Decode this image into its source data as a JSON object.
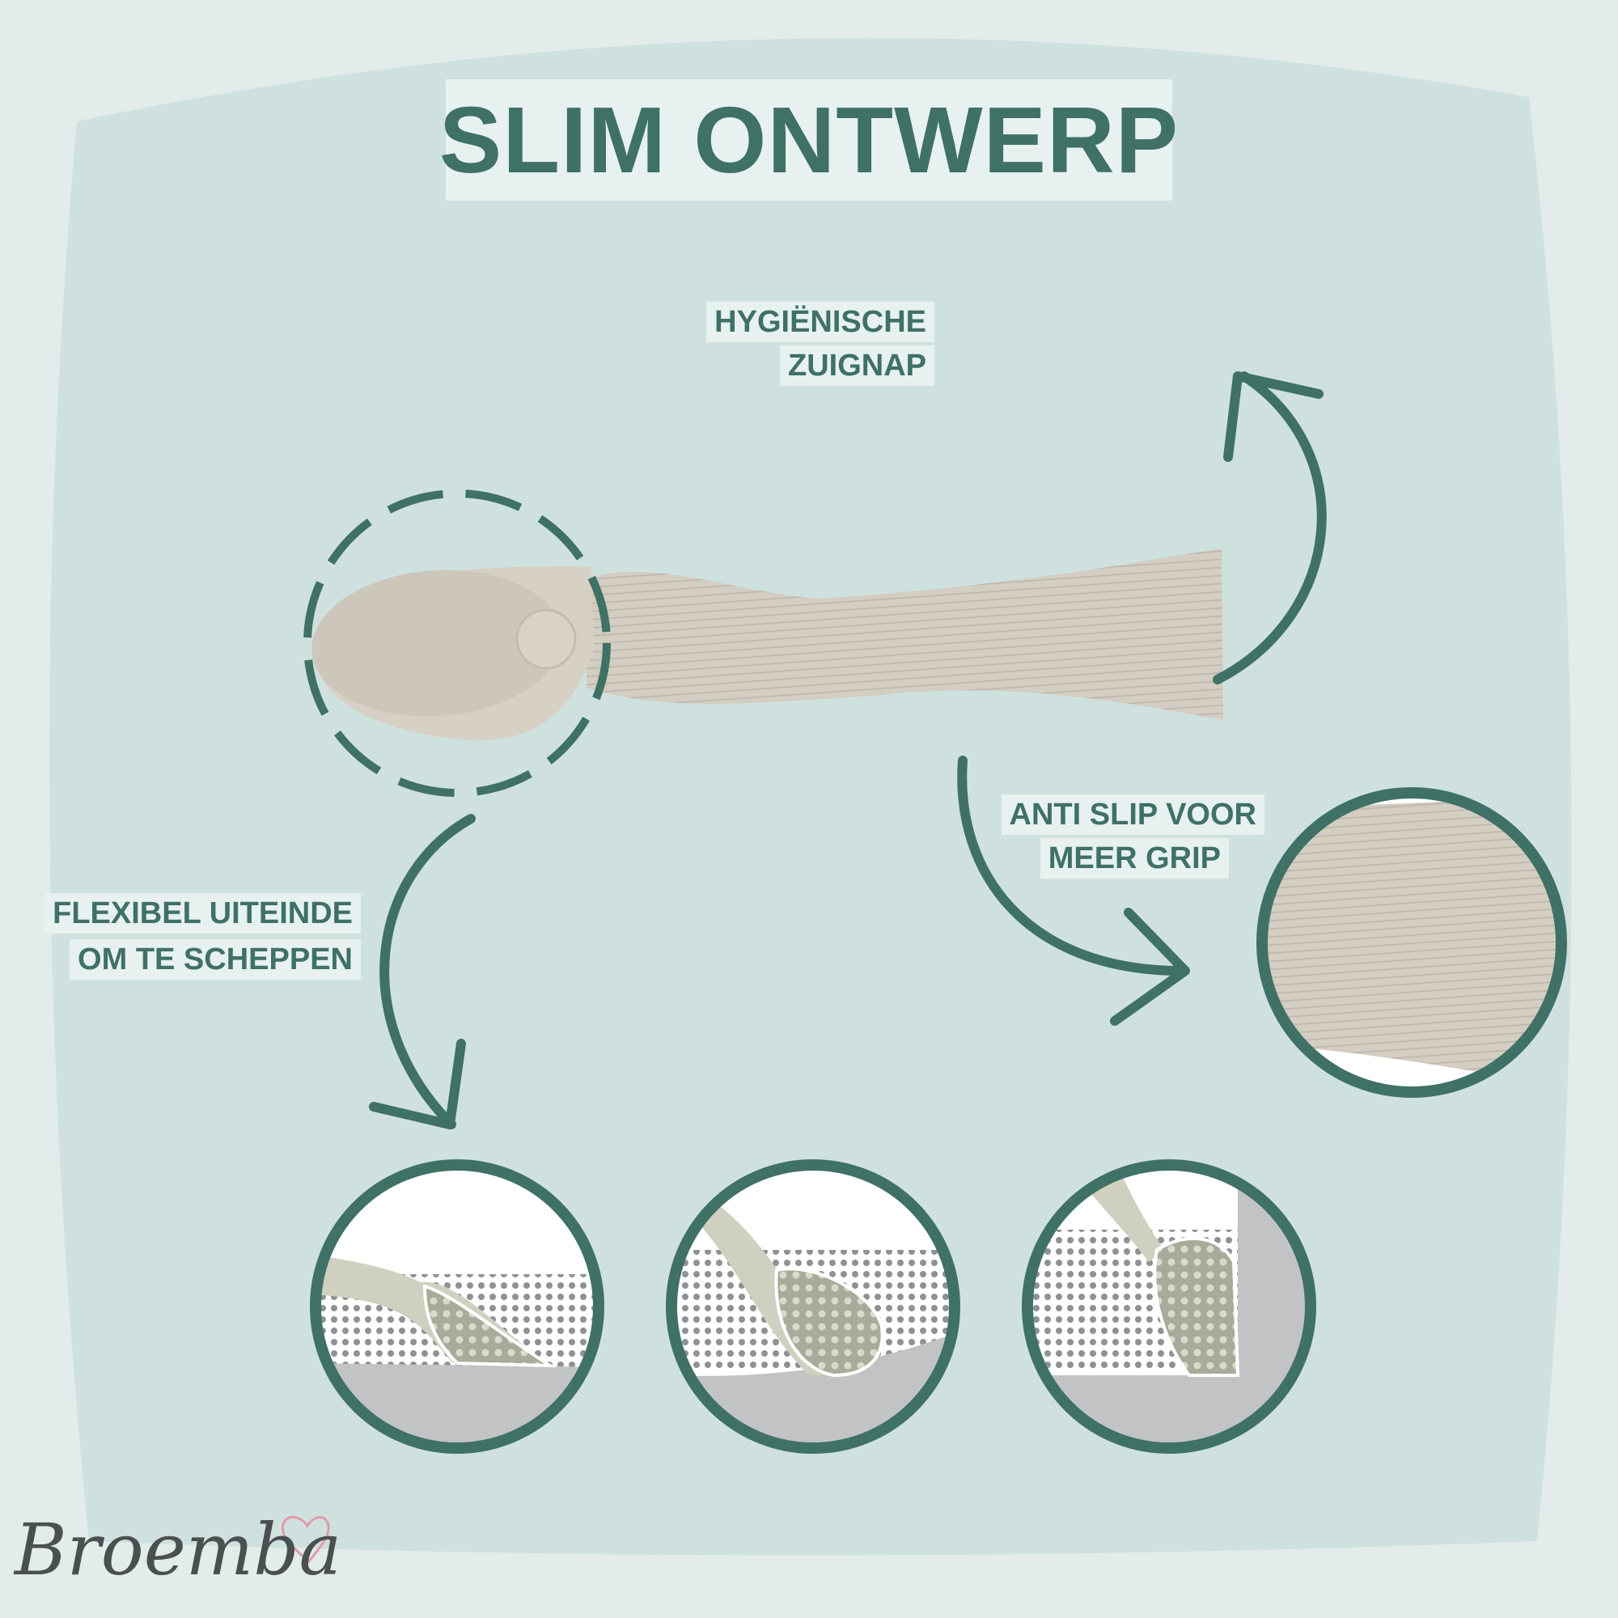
{
  "title": "SLIM ONTWERP",
  "labels": {
    "suction_line1": "HYGIËNISCHE",
    "suction_line2": "ZUIGNAP",
    "grip_line1": "ANTI SLIP VOOR",
    "grip_line2": "MEER GRIP",
    "tip_line1": "FLEXIBEL UITEINDE",
    "tip_line2": "OM TE SCHEPPEN"
  },
  "brand": "Broemba",
  "colors": {
    "background": "#e1eceb",
    "panel": "#cfe1df",
    "accent": "#3f7166",
    "spoon": "#d3cdc2",
    "label_bg": "#e7f1f0",
    "bowl_gray": "#c2c3c5"
  },
  "icons": [
    "dashed-highlight-circle",
    "curved-arrow-icon",
    "heart-icon"
  ]
}
